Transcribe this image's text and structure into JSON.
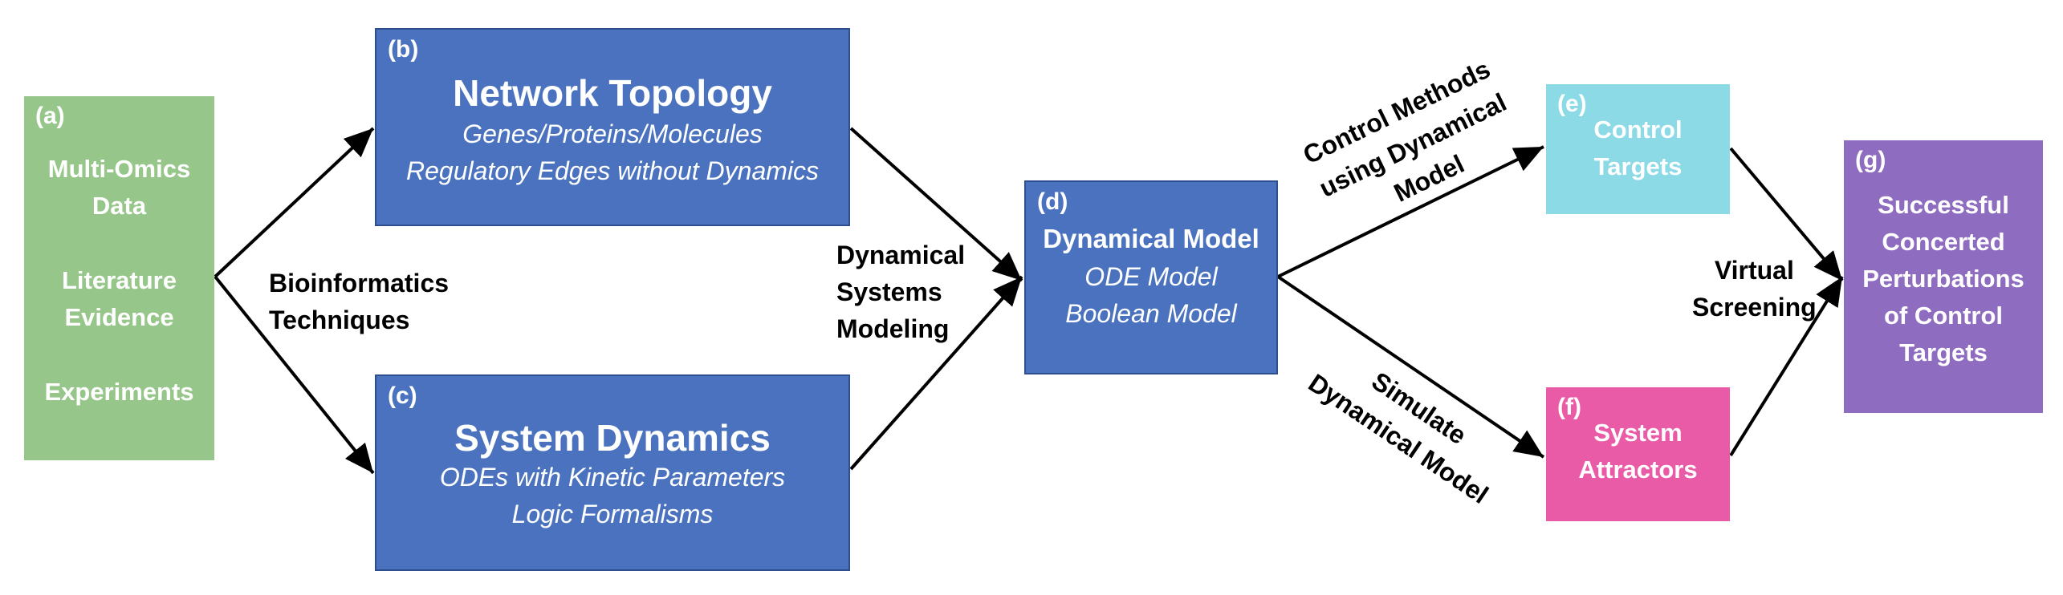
{
  "box_a": {
    "tag": "(a)",
    "items": [
      "Multi-Omics",
      "Data",
      "Literature",
      "Evidence",
      "Experiments"
    ]
  },
  "box_b": {
    "tag": "(b)",
    "title": "Network Topology",
    "lines": [
      "Genes/Proteins/Molecules",
      "Regulatory Edges without Dynamics"
    ]
  },
  "box_c": {
    "tag": "(c)",
    "title": "System Dynamics",
    "lines": [
      "ODEs with Kinetic Parameters",
      "Logic Formalisms"
    ]
  },
  "box_d": {
    "tag": "(d)",
    "title": "Dynamical Model",
    "lines": [
      "ODE Model",
      "Boolean Model"
    ]
  },
  "box_e": {
    "tag": "(e)",
    "lines": [
      "Control",
      "Targets"
    ]
  },
  "box_f": {
    "tag": "(f)",
    "lines": [
      "System",
      "Attractors"
    ]
  },
  "box_g": {
    "tag": "(g)",
    "lines": [
      "Successful",
      "Concerted",
      "Perturbations",
      "of Control",
      "Targets"
    ]
  },
  "edge_labels": {
    "bioinformatics": [
      "Bioinformatics",
      "Techniques"
    ],
    "dynamical_systems": [
      "Dynamical",
      "Systems",
      "Modeling"
    ],
    "control_methods": [
      "Control Methods",
      "using Dynamical",
      "Model"
    ],
    "simulate": [
      "Simulate",
      "Dynamical Model"
    ],
    "virtual_screening": [
      "Virtual",
      "Screening"
    ]
  },
  "colors": {
    "green": "#97C68A",
    "blue": "#4A72BE",
    "cyan": "#8BDAE5",
    "pink": "#EA5BA7",
    "purple": "#8E6CBF"
  }
}
